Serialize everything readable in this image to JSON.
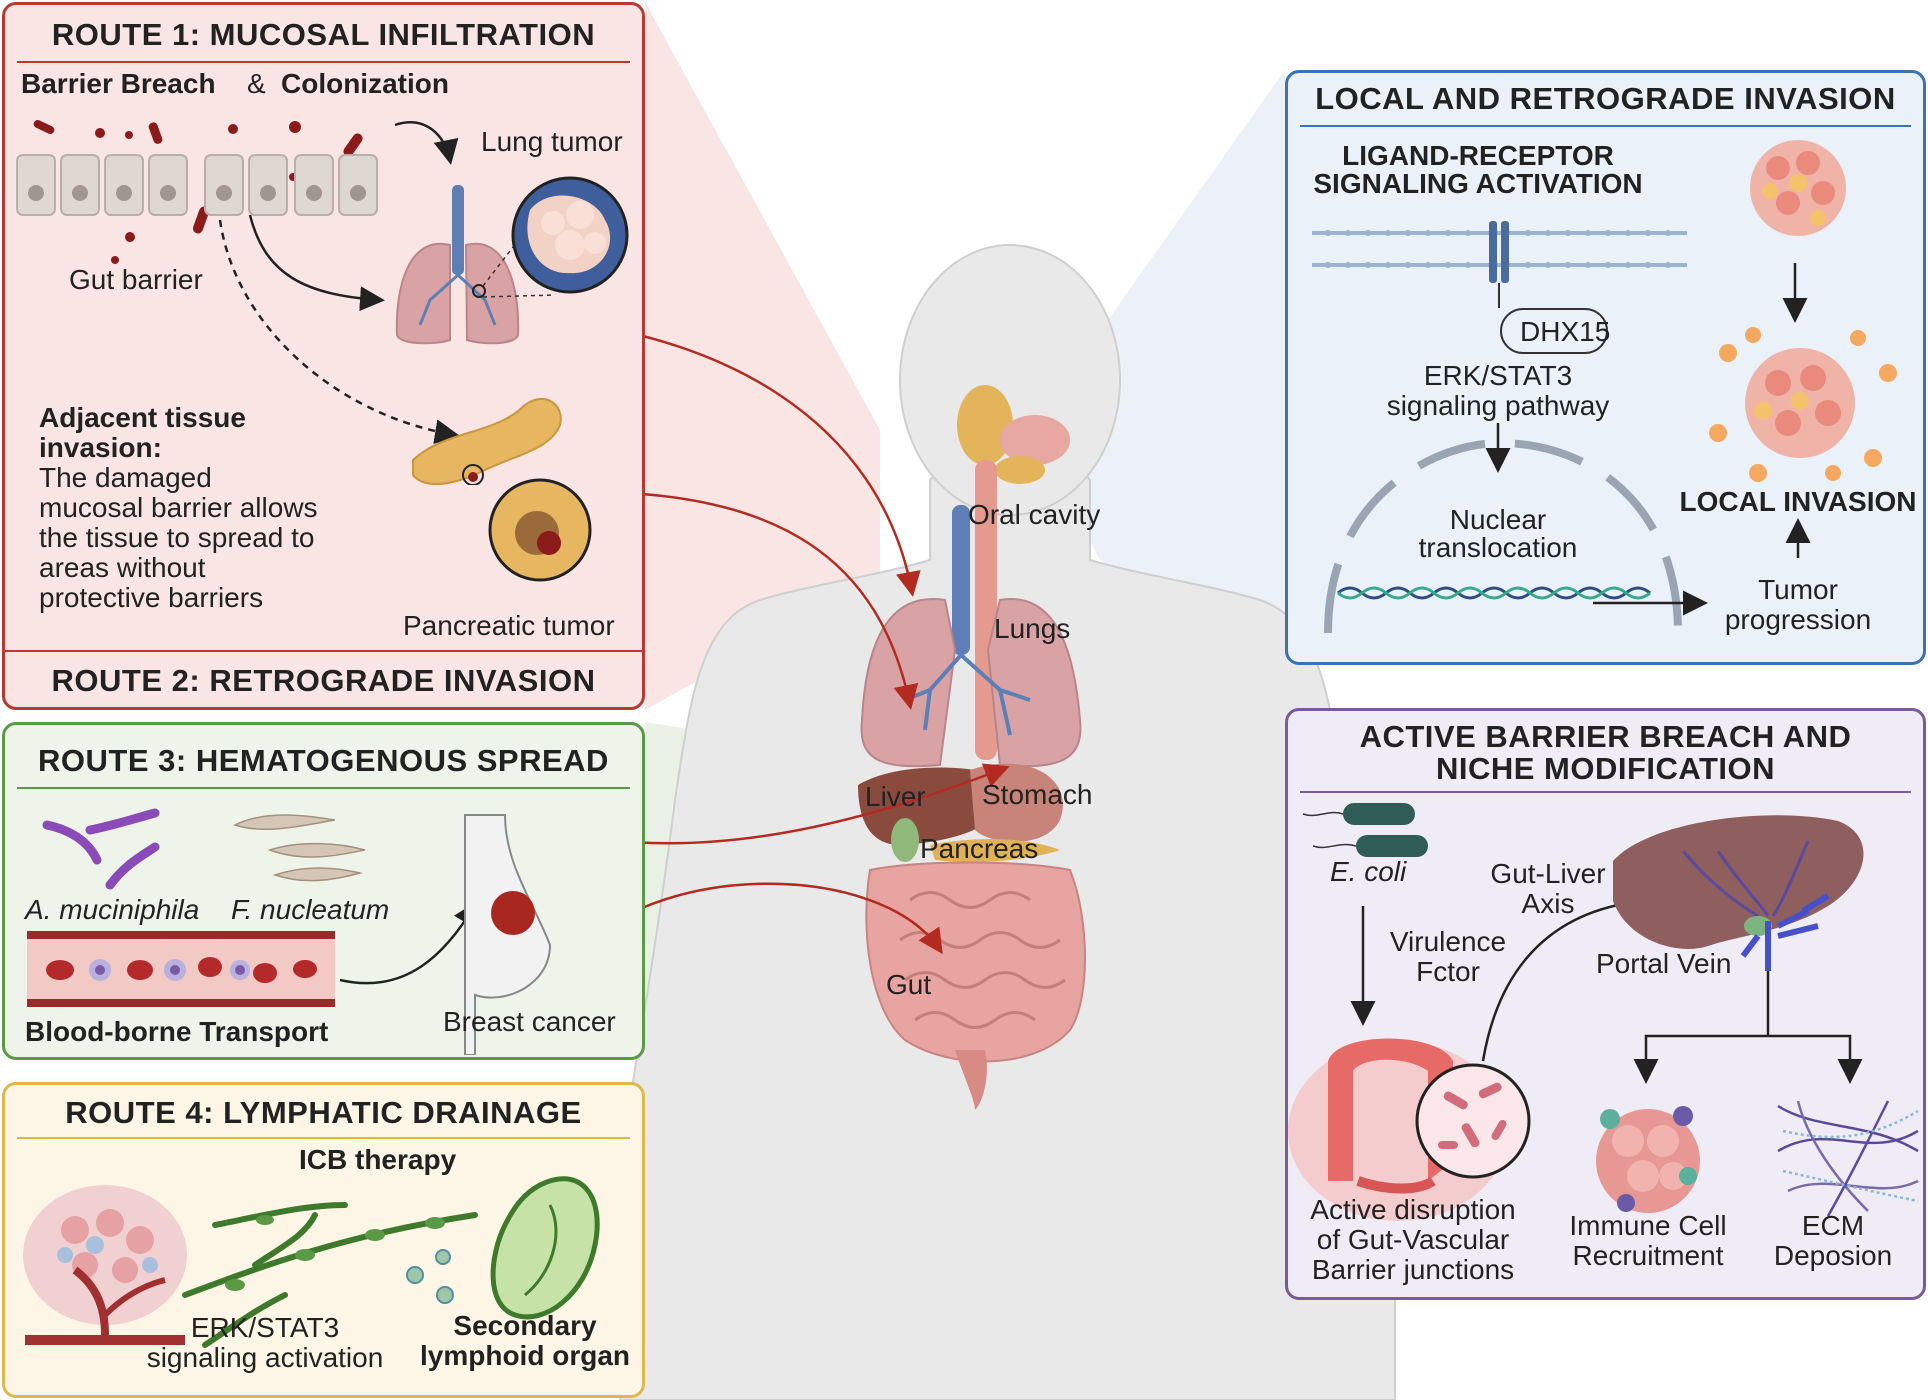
{
  "colors": {
    "route1_bg": "#f9e6e4",
    "route1_border": "#b73a30",
    "route3_bg": "#eef4ea",
    "route3_border": "#5a9a45",
    "route4_bg": "#fdf6e6",
    "route4_border": "#e0b84a",
    "local_bg": "#eaf1f8",
    "local_border": "#3a73b0",
    "active_bg": "#f0ecf5",
    "active_border": "#7a5a9a",
    "arrow_red": "#b32a20"
  },
  "route1": {
    "title": "ROUTE 1: MUCOSAL INFILTRATION",
    "barrier_breach": "Barrier Breach",
    "ampersand": "&",
    "colonization": "Colonization",
    "gut_barrier": "Gut barrier",
    "lung_tumor": "Lung tumor",
    "adjacent_title_1": "Adjacent tissue",
    "adjacent_title_2": "invasion:",
    "adjacent_lines": [
      "The damaged",
      "mucosal barrier allows",
      "the tissue to spread to",
      "areas without",
      "protective barriers"
    ],
    "pancreatic_tumor": "Pancreatic tumor"
  },
  "route2": {
    "title": "ROUTE 2: RETROGRADE INVASION"
  },
  "route3": {
    "title": "ROUTE 3: HEMATOGENOUS SPREAD",
    "a_muciniphila": "A. muciniphila",
    "f_nucleatum": "F. nucleatum",
    "blood_borne": "Blood-borne Transport",
    "breast_cancer": "Breast cancer"
  },
  "route4": {
    "title": "ROUTE 4: LYMPHATIC DRAINAGE",
    "icb": "ICB therapy",
    "erk_1": "ERK/STAT3",
    "erk_2": "signaling activation",
    "secondary_1": "Secondary",
    "secondary_2": "lymphoid organ"
  },
  "body": {
    "oral_cavity": "Oral cavity",
    "lungs": "Lungs",
    "liver": "Liver",
    "stomach": "Stomach",
    "pancreas": "Pancreas",
    "gut": "Gut"
  },
  "local": {
    "title": "LOCAL AND RETROGRADE INVASION",
    "ligand_1": "LIGAND-RECEPTOR",
    "ligand_2": "SIGNALING ACTIVATION",
    "dhx15": "DHX15",
    "erk_1": "ERK/STAT3",
    "erk_2": "signaling pathway",
    "nuclear_1": "Nuclear",
    "nuclear_2": "translocation",
    "tumor_1": "Tumor",
    "tumor_2": "progression",
    "local_invasion": "LOCAL INVASION"
  },
  "active": {
    "title_1": "ACTIVE BARRIER BREACH AND",
    "title_2": "NICHE MODIFICATION",
    "ecoli": "E. coli",
    "virulence_1": "Virulence",
    "virulence_2": "Fctor",
    "gutliver_1": "Gut-Liver",
    "gutliver_2": "Axis",
    "portal_vein": "Portal Vein",
    "disruption_1": "Active disruption",
    "disruption_2": "of Gut-Vascular",
    "disruption_3": "Barrier junctions",
    "immune_1": "Immune Cell",
    "immune_2": "Recruitment",
    "ecm_1": "ECM",
    "ecm_2": "Deposion"
  }
}
